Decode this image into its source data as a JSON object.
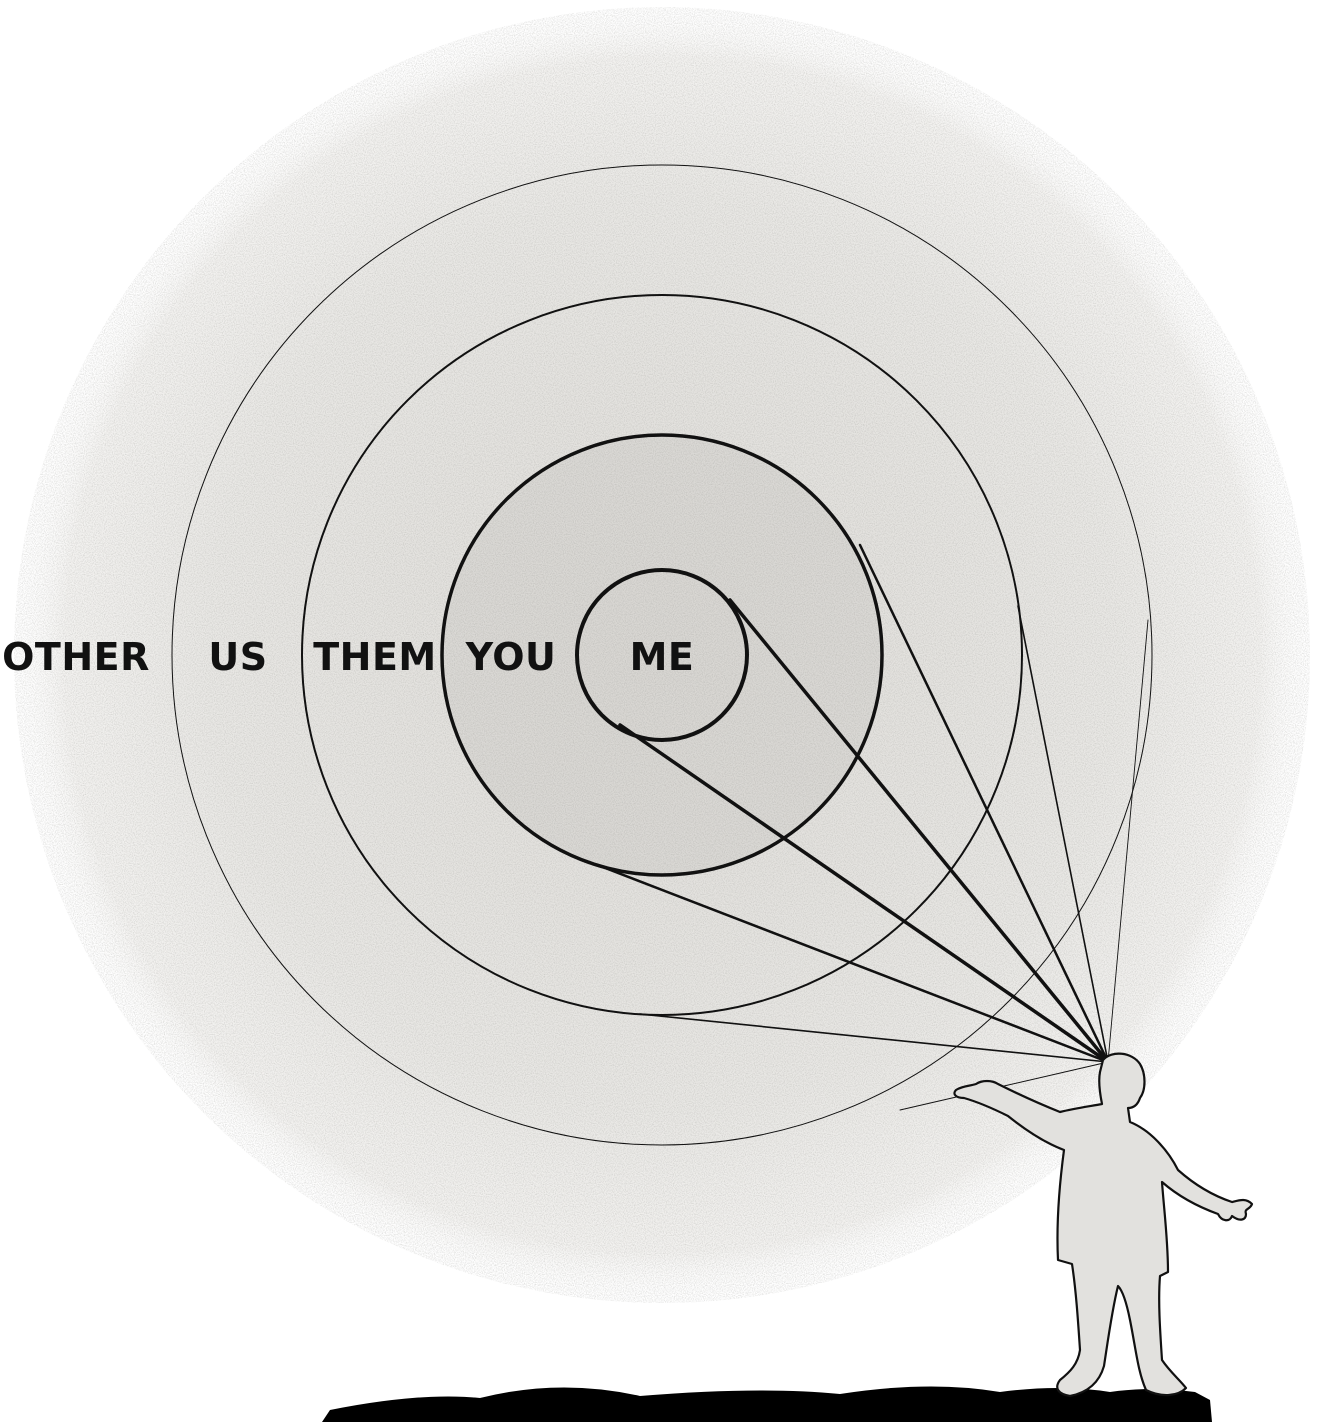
{
  "diagram": {
    "rings": [
      {
        "id": "me",
        "label": "ME"
      },
      {
        "id": "you",
        "label": "YOU"
      },
      {
        "id": "them",
        "label": "THEM"
      },
      {
        "id": "us",
        "label": "US"
      },
      {
        "id": "other",
        "label": "OTHER"
      }
    ],
    "colors": {
      "halo": "#e7e6e3",
      "inner_fill": "#d6d4d0",
      "stroke": "#111111",
      "person": "#e2e1de",
      "ground": "#000000"
    }
  }
}
